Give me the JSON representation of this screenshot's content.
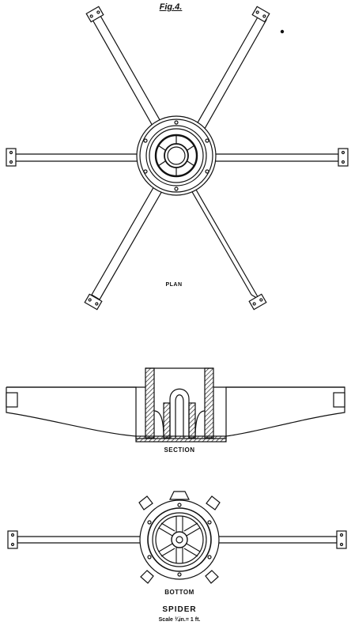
{
  "figure_label": "Fig.4.",
  "views": {
    "plan_label": "PLAN",
    "section_label": "SECTION",
    "bottom_label": "BOTTOM"
  },
  "title": "SPIDER",
  "scale_note": "Scale ¾in.= 1 ft.",
  "colors": {
    "ink": "#111111",
    "paper": "#ffffff",
    "hatch": "#222222"
  }
}
